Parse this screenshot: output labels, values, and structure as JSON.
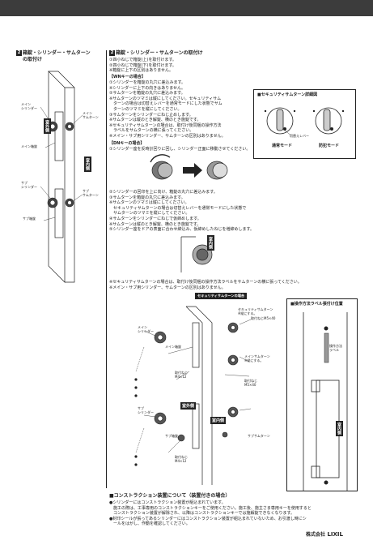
{
  "left": {
    "section_num": "2",
    "title_line1": "箱錠・シリンダー・サムターン",
    "title_line2": "の取付け",
    "labels": {
      "main_cyl": "メイン\nシリンダー",
      "main_thumb": "メイン\nサムターン",
      "main_case": "メイン箱錠",
      "sub_cyl": "サブ\nシリンダー",
      "sub_thumb": "サブ\nサムターン",
      "sub_case": "サブ箱錠",
      "outdoor": "室外側",
      "indoor": "室内側"
    }
  },
  "main": {
    "section_num": "2",
    "title": "箱錠・シリンダー・サムターンの取付け",
    "intro": [
      "①四小ねじで箱錠(上)を取付けます。",
      "②四小ねじで箱錠(下)を取付けます。",
      "※箱錠に上下の区別はありません。"
    ],
    "wn_title": "【WNキーの場合】",
    "wn_steps": [
      "①シリンダーを箱錠の丸穴に差込みます。",
      "※シリンダーに上下の向きはありません。",
      "②サムターンを箱錠の丸穴に差込みます。",
      "※サムターンのツマミは縦にしてください。セキュリティサム",
      "　ターンの場合は切替えレバーを通常モードにした状態でサム",
      "　ターンのツマミを縦にしてください。",
      "③サムターンをシリンダーにねじ止めします。",
      "※サムターンは縦のとき解錠、横のとき施錠です。",
      "※セキュリティサムターンの場合は、取付け後同梱の操作方法",
      "　ラベルをサムターンの横に張ってください。",
      "※メイン・サブ用シリンダー、サムターンの区別はありません。"
    ],
    "dn_title": "【DNキーの場合】",
    "dn_step1": "①シリンダー座を反時計回りに回し、シリンダー正面に移動させてください。",
    "dn_steps": [
      "②シリンダーの回印を上に向け、箱錠の丸穴に差込みます。",
      "③サムターンを箱錠の丸穴に差込みます。",
      "※サムターンのツマミは縦にしてください。",
      "　セキュリティサムターンの場合は切替えレバーを通常モードにした状態で",
      "　サムターンのツマミを縦にしてください。",
      "④サムターンをシリンダーにねじで仮締めします。",
      "※サムターンは縦のとき解錠、横のとき施錠です。",
      "⑤シリンダー座をドアの表面に合わせ締込み、仮締めしたねじを増締めします。"
    ],
    "notes2": [
      "※セキュリティサムターンの場合は、取付け後同梱の操作方法ラベルをサムターンの横に張ってください。",
      "※メイン・サブ用シリンダー、サムターンの区別はありません。"
    ],
    "indoor": "室内側"
  },
  "detail": {
    "title": "■セキュリティサムターン詳細図",
    "lever": "切替えレバー",
    "normal": "通常モード",
    "secure": "防犯モード"
  },
  "diagram2": {
    "security_case_title": "セキュリティサムターンの場合",
    "labels": {
      "main_cyl": "メイン\nシリンダー",
      "main_case": "メイン箱錠",
      "screw_m4": "取付ねじ\nM4×12",
      "screw_m4b": "取付ねじ\nM4×12",
      "sec_thumb": "セキュリティサムターン\n※縦にする。",
      "screw_m5_40": "取付ねじM5×40",
      "main_thumb": "メインサムターン\n※縦にする。",
      "screw_m5": "取付ねじ\nM5×40",
      "sub_cyl": "サブ\nシリンダー",
      "sub_case": "サブ箱錠",
      "sub_thumb": "サブサムターン"
    },
    "outdoor": "室外側",
    "indoor": "室内側"
  },
  "label_pos": {
    "title": "■操作方法ラベル張付け位置",
    "label": "操作方法\nラベル",
    "indoor": "室内側"
  },
  "construction": {
    "title": "■コンストラクション装置について（装置付きの場合）",
    "lines": [
      "●シリンダーにはコンストラクション装置が組込まれています。",
      "　施工の際は、工事専用のコンストラクションキーをご使用ください。施工後、施主さま専用キーを使用すると",
      "　コンストラクション装置が解除され、以降はコンストラクションキーでは施解錠できなくなります。",
      "●封印シールが張ってあるシリンダーにはコンストラクション装置が組込まれていないため、お引渡し時にシ",
      "　ールをはがし、作動を確認してください。"
    ]
  },
  "footer": {
    "company": "株式会社",
    "brand": "LIXIL"
  }
}
